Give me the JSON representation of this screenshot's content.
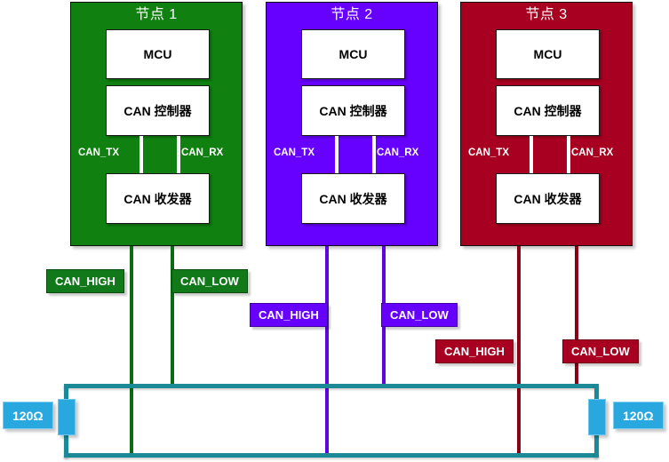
{
  "diagram": {
    "title": "CAN bus topology with three nodes and 120 ohm terminators",
    "colors": {
      "node1": "#108010",
      "node2": "#6600ff",
      "node3": "#a80020",
      "bus": "#1b8a96",
      "resistor": "#29a8e0",
      "box_fill": "#ffffff",
      "box_border": "#1a1a1a"
    }
  },
  "nodes": [
    {
      "title": "节点 1",
      "color": "#108010",
      "blocks": [
        {
          "label": "MCU"
        },
        {
          "label": "CAN 控制器"
        },
        {
          "label": "CAN 收发器"
        }
      ],
      "pins": [
        {
          "label": "CAN_TX"
        },
        {
          "label": "CAN_RX"
        }
      ],
      "bus_labels": [
        {
          "label": "CAN_HIGH"
        },
        {
          "label": "CAN_LOW"
        }
      ]
    },
    {
      "title": "节点 2",
      "color": "#6600ff",
      "blocks": [
        {
          "label": "MCU"
        },
        {
          "label": "CAN 控制器"
        },
        {
          "label": "CAN 收发器"
        }
      ],
      "pins": [
        {
          "label": "CAN_TX"
        },
        {
          "label": "CAN_RX"
        }
      ],
      "bus_labels": [
        {
          "label": "CAN_HIGH"
        },
        {
          "label": "CAN_LOW"
        }
      ]
    },
    {
      "title": "节点 3",
      "color": "#a80020",
      "blocks": [
        {
          "label": "MCU"
        },
        {
          "label": "CAN 控制器"
        },
        {
          "label": "CAN 收发器"
        }
      ],
      "pins": [
        {
          "label": "CAN_TX"
        },
        {
          "label": "CAN_RX"
        }
      ],
      "bus_labels": [
        {
          "label": "CAN_HIGH"
        },
        {
          "label": "CAN_LOW"
        }
      ]
    }
  ],
  "terminators": [
    {
      "label": "120Ω"
    },
    {
      "label": "120Ω"
    }
  ]
}
